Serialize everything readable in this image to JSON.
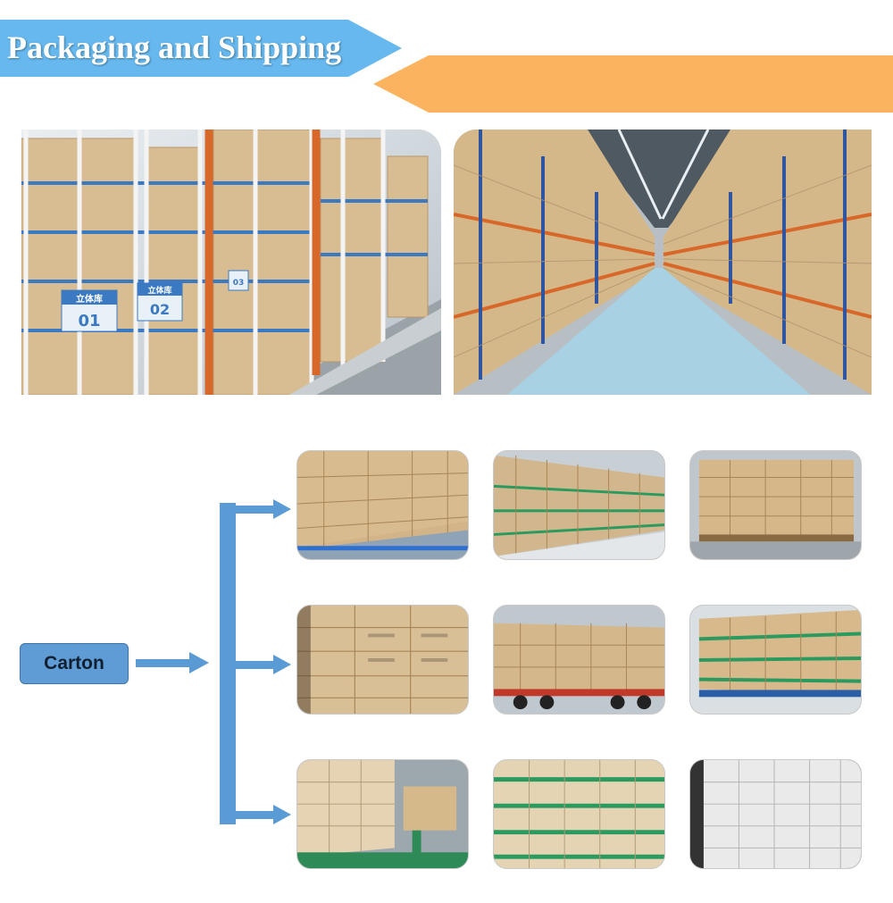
{
  "header": {
    "title": "Packaging and Shipping"
  },
  "flow": {
    "carton_label": "Carton"
  },
  "photos": {
    "top": [
      {
        "name": "automated-rack-warehouse-photo",
        "rack_labels": [
          "立体库",
          "01",
          "立体库",
          "02",
          "03"
        ]
      },
      {
        "name": "warehouse-aisle-photo"
      }
    ],
    "grid": [
      {
        "name": "stacked-cartons-photo-1"
      },
      {
        "name": "stacked-cartons-photo-2"
      },
      {
        "name": "stacked-cartons-photo-3"
      },
      {
        "name": "stacked-cartons-photo-4"
      },
      {
        "name": "truck-loaded-cartons-photo"
      },
      {
        "name": "palletized-cartons-photo"
      },
      {
        "name": "cartons-on-scale-photo"
      },
      {
        "name": "green-band-cartons-photo"
      },
      {
        "name": "white-cartons-photo"
      }
    ]
  },
  "colors": {
    "banner_blue": "#66b8ee",
    "banner_orange": "#fcb35f",
    "flow_blue": "#5b9bd5",
    "carton_brown": "#c9a679"
  }
}
